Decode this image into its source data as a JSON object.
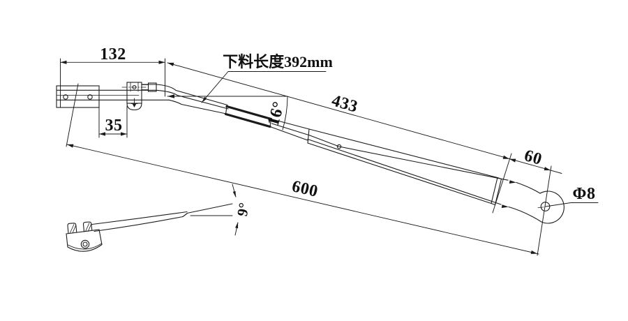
{
  "drawing": {
    "note": {
      "blank_length": "下料长度392mm"
    },
    "dimensions": {
      "bracket_width": "132",
      "clamp_offset": "35",
      "arm_length": "433",
      "tip_length": "60",
      "total_length": "600",
      "bend_angle": "16°",
      "tilt_angle": "9°",
      "hole_diameter": "Φ8"
    },
    "colors": {
      "line": "#1b1b1b",
      "background": "#ffffff"
    }
  }
}
